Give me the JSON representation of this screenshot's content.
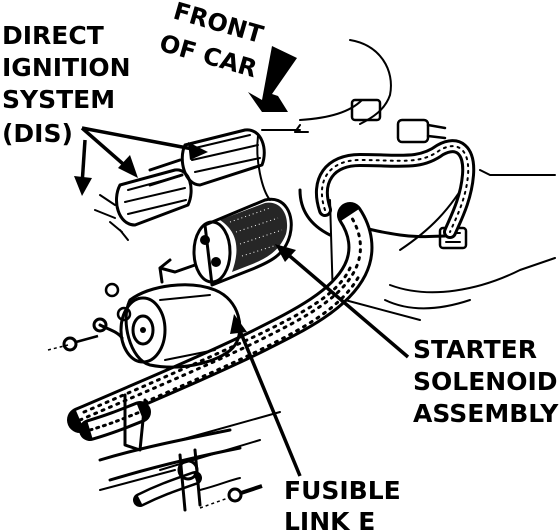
{
  "labels": {
    "dis": [
      "DIRECT",
      "IGNITION",
      "SYSTEM",
      "(DIS)"
    ],
    "front": [
      "FRONT",
      "OF CAR"
    ],
    "solenoid": [
      "STARTER",
      "SOLENOID",
      "ASSEMBLY"
    ],
    "fusible": [
      "FUSIBLE",
      "LINK E"
    ]
  },
  "colors": {
    "ink": "#000000",
    "paper": "#ffffff"
  }
}
